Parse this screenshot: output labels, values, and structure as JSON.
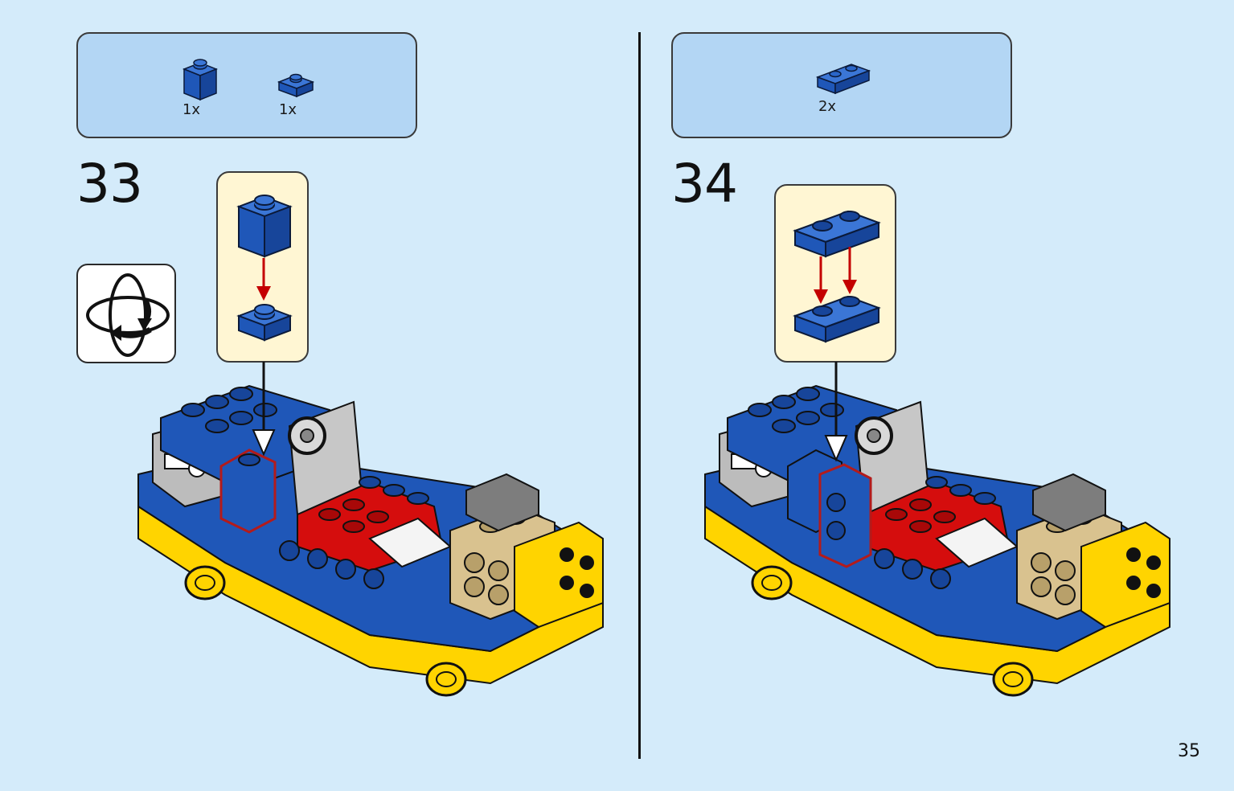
{
  "page": {
    "number": "35"
  },
  "steps": [
    {
      "number": "33",
      "parts": [
        {
          "name": "blue-brick-1x1",
          "quantity": "1x"
        },
        {
          "name": "blue-plate-1x1",
          "quantity": "1x"
        }
      ],
      "callout": "brick-on-plate",
      "has_rotate_icon": true
    },
    {
      "number": "34",
      "parts": [
        {
          "name": "blue-plate-1x2",
          "quantity": "2x"
        }
      ],
      "callout": "plate-on-plate"
    }
  ],
  "colors": {
    "background": "#d4ebfa",
    "parts_panel": "#b3d6f4",
    "callout": "#fff6d3",
    "lego_blue": "#1f57b8",
    "lego_yellow": "#ffd400",
    "lego_red": "#d50d0d",
    "lego_tan": "#d9c28f",
    "arrow_red": "#c40000"
  },
  "icons": [
    "rotate-model-icon",
    "build-arrow-icon"
  ]
}
